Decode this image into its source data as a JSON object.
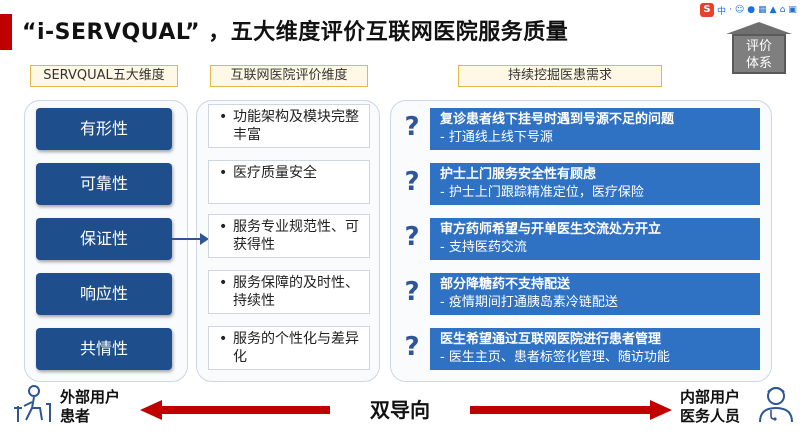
{
  "title": "“i-SERVQUAL” ，五大维度评价互联网医院服务质量",
  "ime_toolbar": {
    "logo": "S",
    "lang": "中",
    "items": [
      "·",
      "☺",
      "●",
      "▦",
      "▲",
      "⌂",
      "▣"
    ]
  },
  "eval_system": {
    "line1": "评价",
    "line2": "体系"
  },
  "columns": {
    "servqual_header": "SERVQUAL五大维度",
    "internet_header": "互联网医院评价维度",
    "needs_header": "持续挖掘医患需求"
  },
  "dimensions": [
    "有形性",
    "可靠性",
    "保证性",
    "响应性",
    "共情性"
  ],
  "evaluation_items": [
    "功能架构及模块完整丰富",
    "医疗质量安全",
    "服务专业规范性、可获得性",
    "服务保障的及时性、持续性",
    "服务的个性化与差异化"
  ],
  "needs": [
    {
      "title": "复诊患者线下挂号时遇到号源不足的问题",
      "detail": "- 打通线上线下号源"
    },
    {
      "title": "护士上门服务安全性有顾虑",
      "detail": "- 护士上门跟踪精准定位，医疗保险"
    },
    {
      "title": "审方药师希望与开单医生交流处方开立",
      "detail": "- 支持医药交流"
    },
    {
      "title": "部分降糖药不支持配送",
      "detail": "- 疫情期间打通胰岛素冷链配送"
    },
    {
      "title": "医生希望通过互联网医院进行患者管理",
      "detail": "- 医生主页、患者标签化管理、随访功能"
    }
  ],
  "bottom": {
    "left_label_1": "外部用户",
    "left_label_2": "患者",
    "center_label": "双导向",
    "right_label_1": "内部用户",
    "right_label_2": "医务人员"
  },
  "colors": {
    "accent_red": "#c00000",
    "dimension_blue": "#1f4e8c",
    "need_blue": "#2f72c4",
    "header_gold": "#e2b84a"
  },
  "icons": [
    "question-mark-icon",
    "patient-icon",
    "doctor-icon",
    "double-arrow-icon"
  ]
}
